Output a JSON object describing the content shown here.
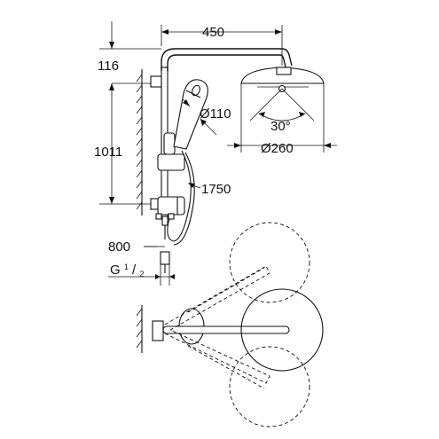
{
  "dimensions": {
    "arm_length": "450",
    "bracket_offset": "116",
    "rail_height": "1011",
    "head_diameter": "Ø260",
    "hand_shower_diameter": "Ø110",
    "tilt_angle": "30°",
    "hose_length": "1750",
    "outlet_height": "800",
    "thread_prefix": "G",
    "thread_numerator": "1",
    "thread_denominator": "2"
  },
  "colors": {
    "line": "#111111",
    "background": "#ffffff"
  }
}
